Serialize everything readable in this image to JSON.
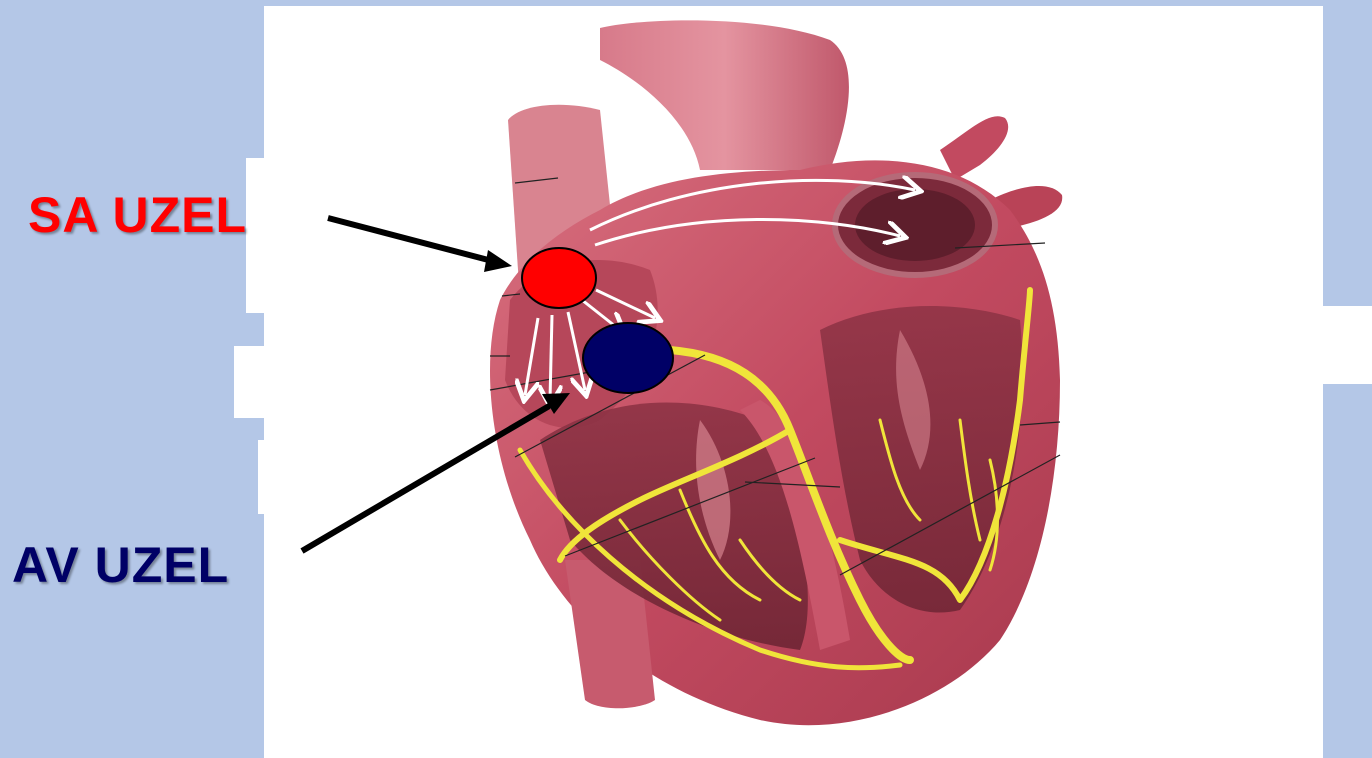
{
  "labels": {
    "sa_node": "SA UZEL",
    "av_node": "AV UZEL"
  },
  "colors": {
    "background": "#b4c7e7",
    "panel": "#ffffff",
    "sa_node": "#ff0000",
    "av_node": "#000066",
    "sa_label": "#ff0000",
    "av_label": "#000066",
    "conduction_pathway": "#f0e53a",
    "myocardium": "#c9566b",
    "arrow": "#000000"
  },
  "icons": {
    "heart": "heart-cross-section-illustration",
    "sa_pointer": "arrow-right-icon",
    "av_pointer": "arrow-up-right-icon",
    "impulse_arrows": "white-arrows-icon"
  }
}
